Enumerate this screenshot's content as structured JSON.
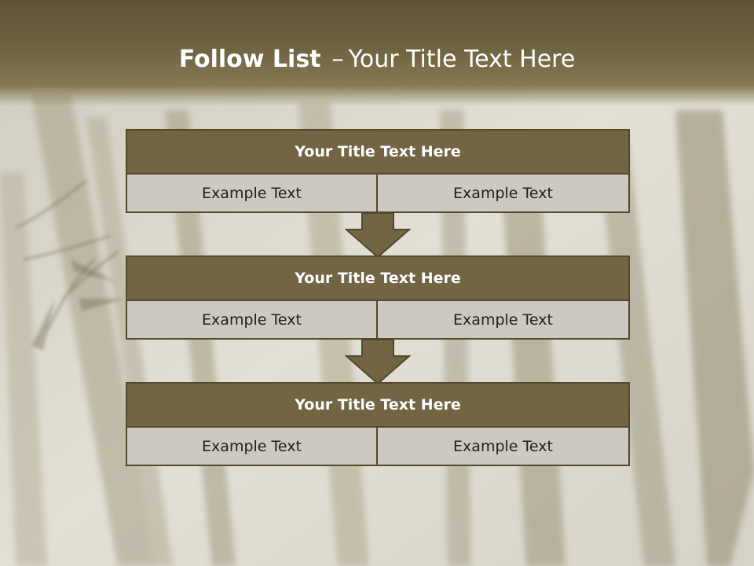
{
  "title": {
    "bold": "Follow List",
    "separator": "–",
    "rest": "Your Title Text Here"
  },
  "steps": [
    {
      "title": "Your Title Text Here",
      "left": "Example Text",
      "right": "Example Text"
    },
    {
      "title": "Your Title Text Here",
      "left": "Example Text",
      "right": "Example Text"
    },
    {
      "title": "Your Title Text Here",
      "left": "Example Text",
      "right": "Example Text"
    }
  ],
  "colors": {
    "header": "#6f6340",
    "step_title_bg": "#736541",
    "cell_bg": "#cdc9c0",
    "border": "#55492c"
  }
}
